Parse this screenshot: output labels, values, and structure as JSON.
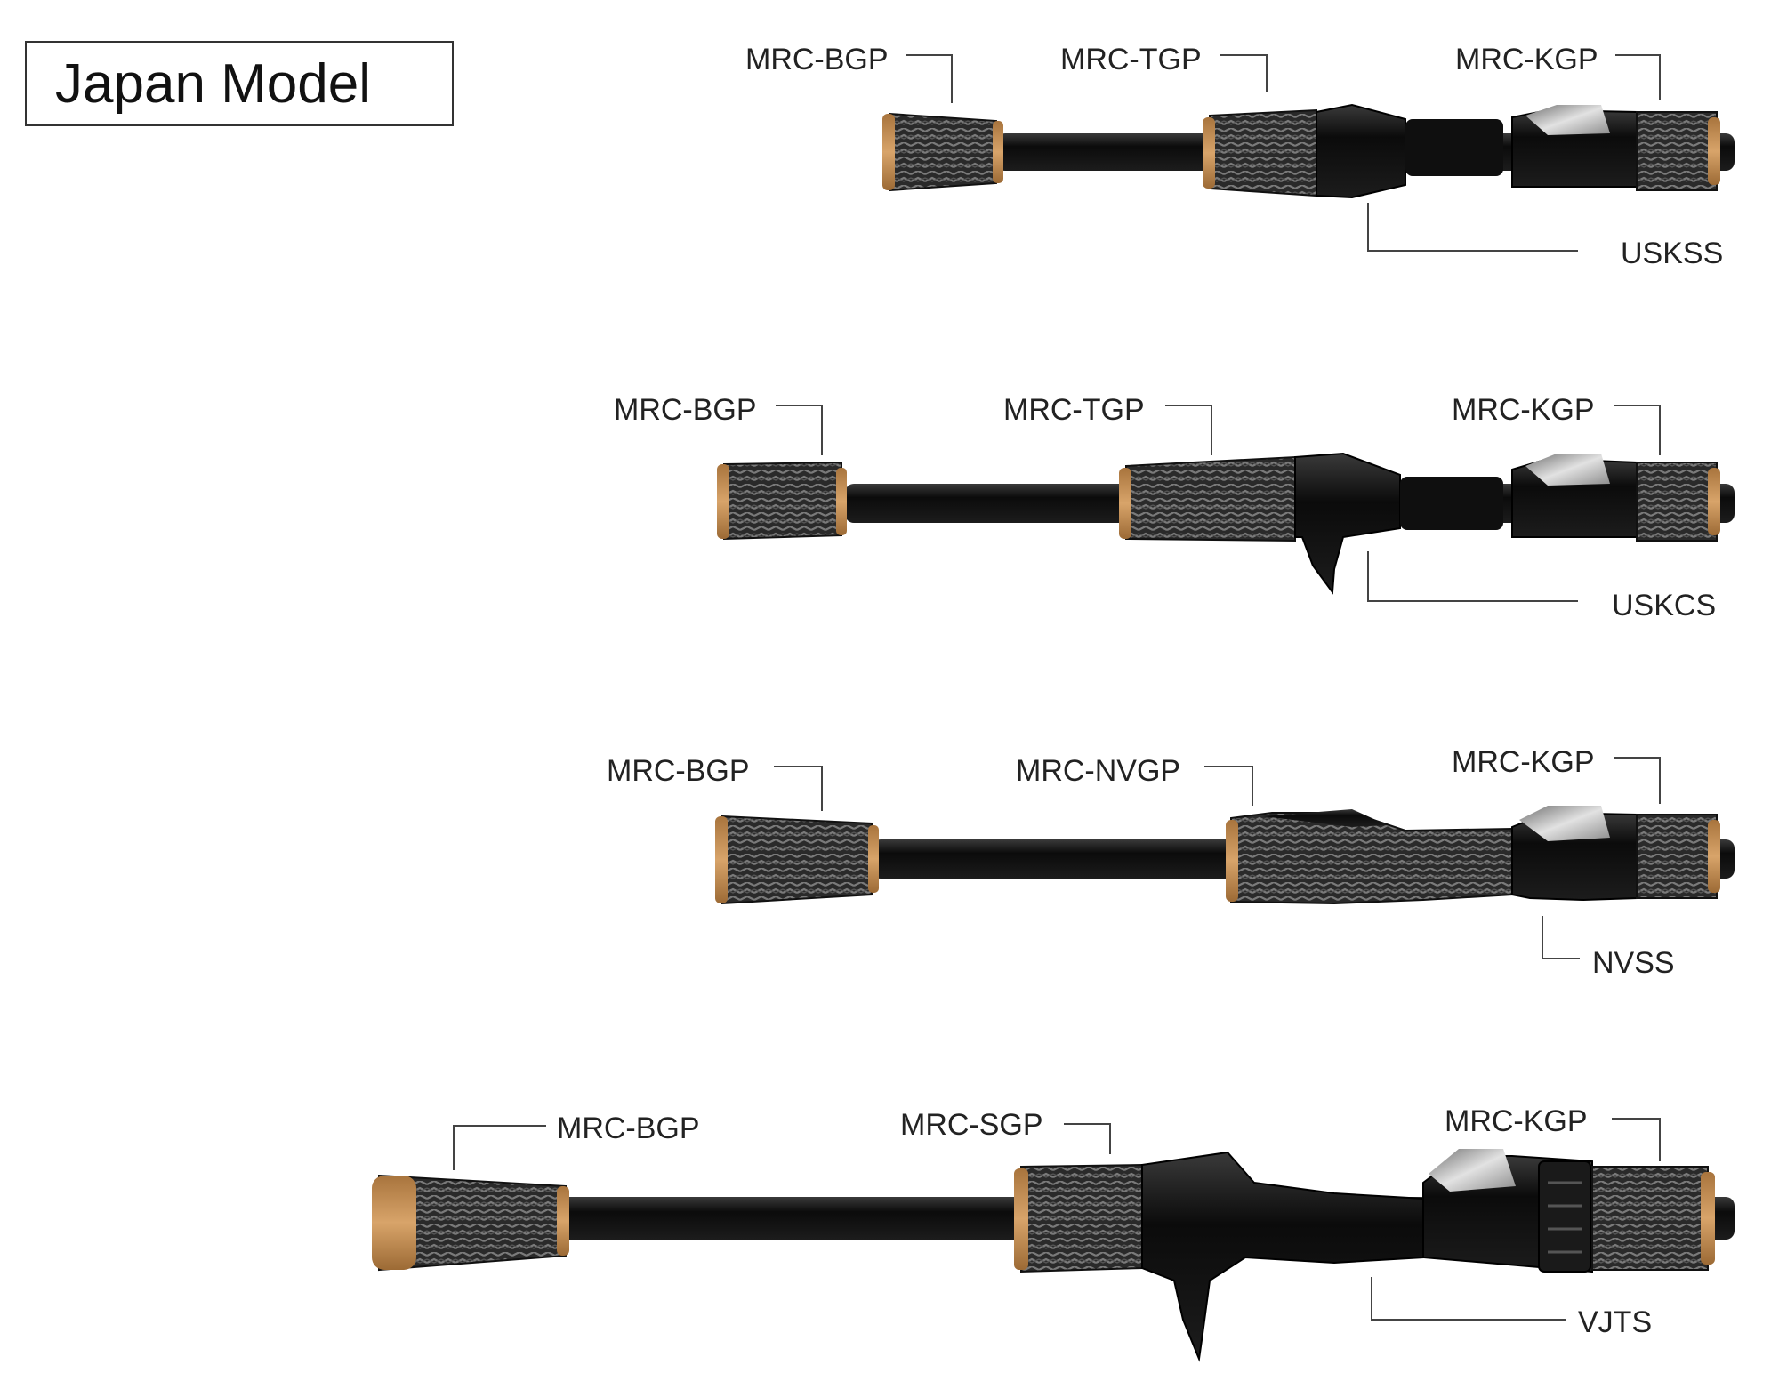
{
  "title": "Japan Model",
  "colors": {
    "blank": "#111111",
    "grip_weave": "#3a3a3a",
    "cork": "#c08a4d",
    "reel_seat": "#0c0c0c",
    "chrome": "#b9b9b9",
    "leader": "#444444"
  },
  "rods": [
    {
      "labels": {
        "butt": "MRC-BGP",
        "fore": "MRC-TGP",
        "winding": "MRC-KGP",
        "seat": "USKSS"
      }
    },
    {
      "labels": {
        "butt": "MRC-BGP",
        "fore": "MRC-TGP",
        "winding": "MRC-KGP",
        "seat": "USKCS"
      }
    },
    {
      "labels": {
        "butt": "MRC-BGP",
        "fore": "MRC-NVGP",
        "winding": "MRC-KGP",
        "seat": "NVSS"
      }
    },
    {
      "labels": {
        "butt": "MRC-BGP",
        "fore": "MRC-SGP",
        "winding": "MRC-KGP",
        "seat": "VJTS"
      }
    }
  ]
}
